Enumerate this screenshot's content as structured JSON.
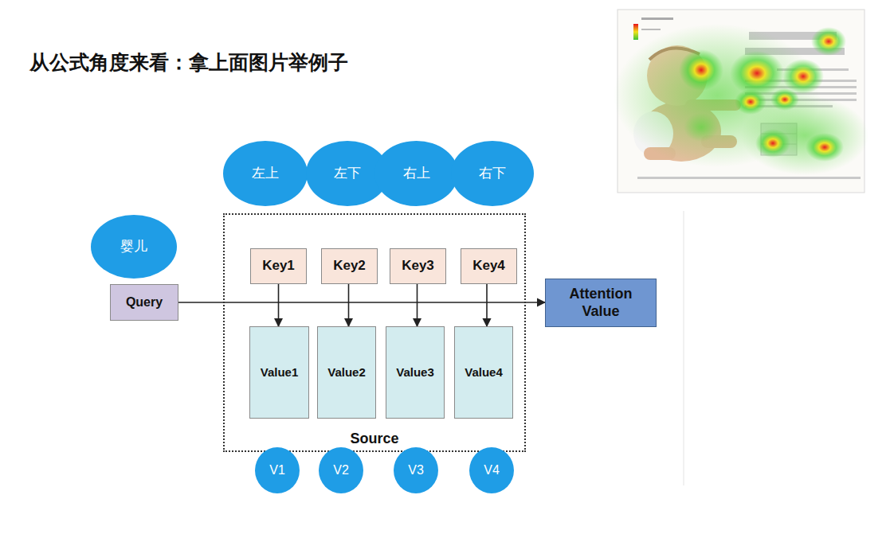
{
  "diagram": {
    "title": "从公式角度来看：拿上面图片举例子",
    "nodes": [
      {
        "text": [
          "左上"
        ]
      },
      {
        "text": [
          "左下"
        ]
      },
      {
        "text": [
          "右上"
        ]
      },
      {
        "text": [
          "右下"
        ]
      },
      {
        "text": [
          "婴儿"
        ]
      },
      {
        "text": [
          "Query"
        ]
      },
      {
        "text": [
          "Source"
        ]
      },
      {
        "text": [
          "Key1"
        ],
        "in": 6
      },
      {
        "text": [
          "Key2"
        ],
        "in": 6
      },
      {
        "text": [
          "Key3"
        ],
        "in": 6
      },
      {
        "text": [
          "Key4"
        ],
        "in": 6
      },
      {
        "text": [
          "Value1"
        ],
        "in": 6
      },
      {
        "text": [
          "Value2"
        ],
        "in": 6
      },
      {
        "text": [
          "Value3"
        ],
        "in": 6
      },
      {
        "text": [
          "Value4"
        ],
        "in": 6
      },
      {
        "text": [
          "Attention Value"
        ]
      },
      {
        "text": [
          "V1"
        ]
      },
      {
        "text": [
          "V2"
        ]
      },
      {
        "text": [
          "V3"
        ]
      },
      {
        "text": [
          "V4"
        ]
      }
    ],
    "edges": [
      {
        "from": 5,
        "to": 15,
        "arrow": "to"
      },
      {
        "from": 7,
        "to": 11,
        "arrow": "to"
      },
      {
        "from": 8,
        "to": 12,
        "arrow": "to"
      },
      {
        "from": 9,
        "to": 13,
        "arrow": "to"
      },
      {
        "from": 10,
        "to": 14,
        "arrow": "to"
      }
    ]
  }
}
